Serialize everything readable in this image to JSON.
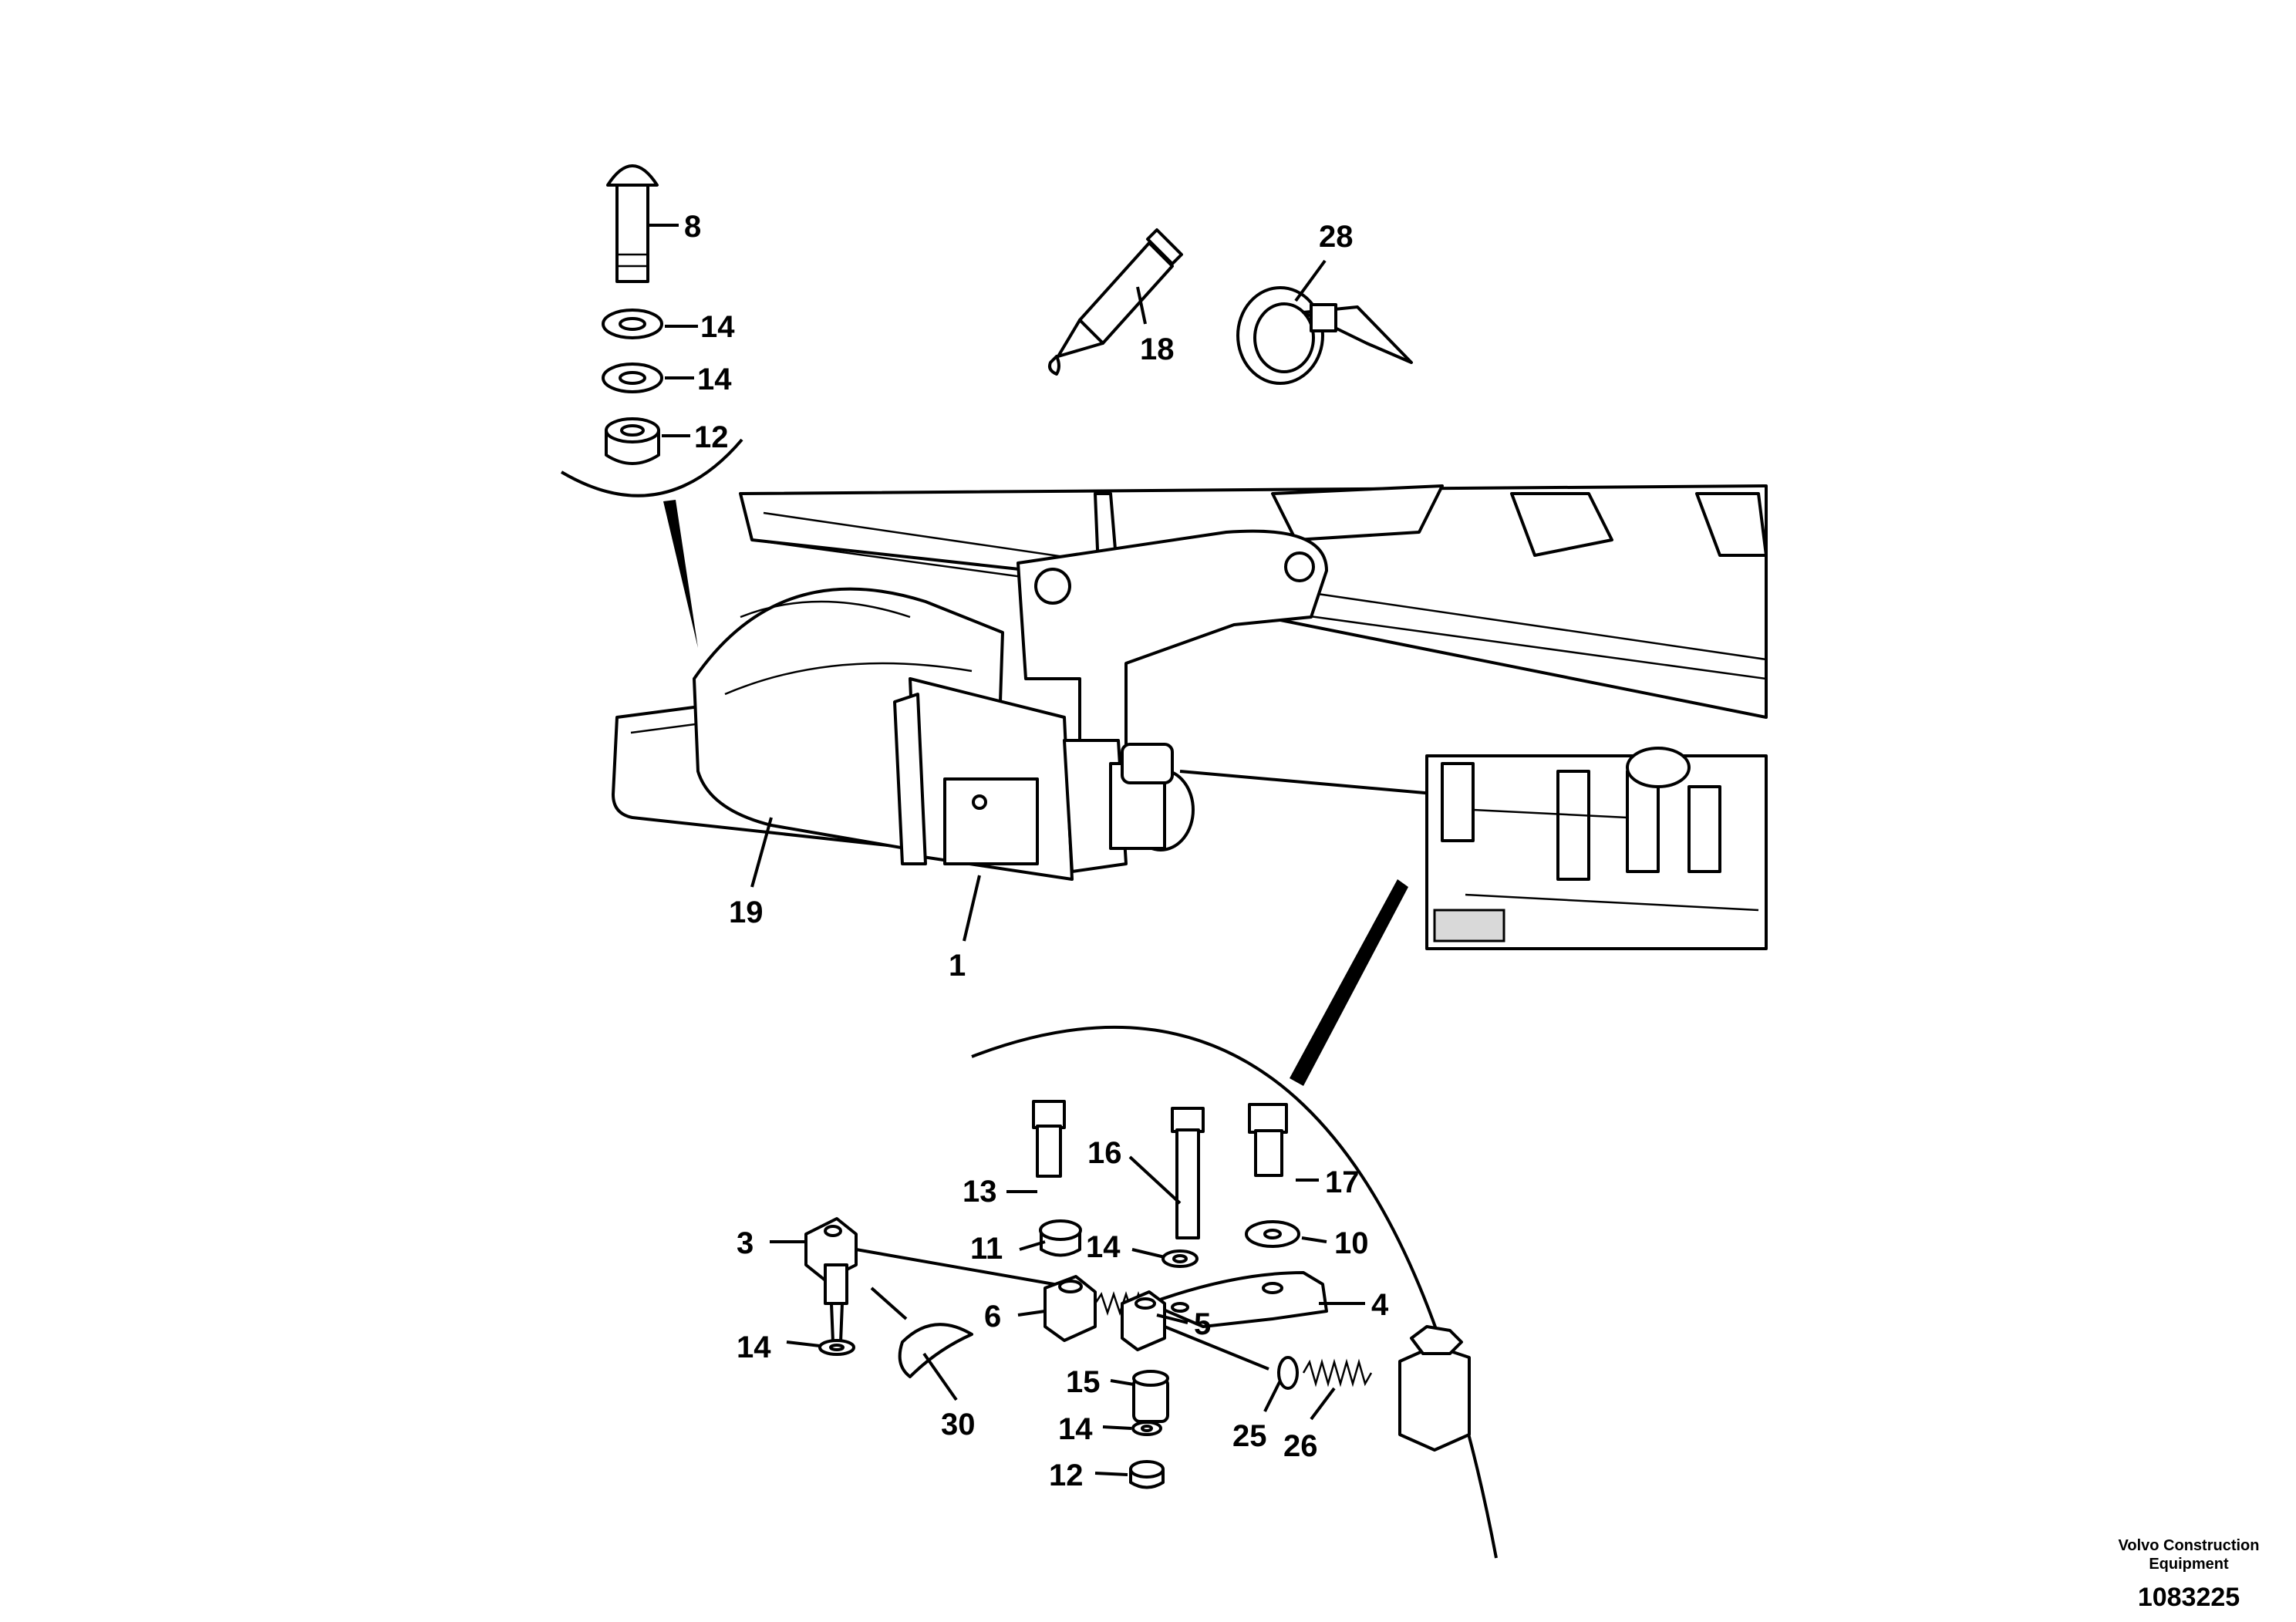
{
  "diagram": {
    "callouts": [
      {
        "id": "c8",
        "text": "8"
      },
      {
        "id": "c14a",
        "text": "14"
      },
      {
        "id": "c14b",
        "text": "14"
      },
      {
        "id": "c12a",
        "text": "12"
      },
      {
        "id": "c18",
        "text": "18"
      },
      {
        "id": "c28",
        "text": "28"
      },
      {
        "id": "c19",
        "text": "19"
      },
      {
        "id": "c1",
        "text": "1"
      },
      {
        "id": "c16",
        "text": "16"
      },
      {
        "id": "c13",
        "text": "13"
      },
      {
        "id": "c17",
        "text": "17"
      },
      {
        "id": "c3",
        "text": "3"
      },
      {
        "id": "c11",
        "text": "11"
      },
      {
        "id": "c14c",
        "text": "14"
      },
      {
        "id": "c10",
        "text": "10"
      },
      {
        "id": "c4",
        "text": "4"
      },
      {
        "id": "c6",
        "text": "6"
      },
      {
        "id": "c5",
        "text": "5"
      },
      {
        "id": "c14d",
        "text": "14"
      },
      {
        "id": "c15",
        "text": "15"
      },
      {
        "id": "c30",
        "text": "30"
      },
      {
        "id": "c14e",
        "text": "14"
      },
      {
        "id": "c25",
        "text": "25"
      },
      {
        "id": "c26",
        "text": "26"
      },
      {
        "id": "c12b",
        "text": "12"
      }
    ]
  },
  "footer": {
    "brand_line1": "Volvo Construction",
    "brand_line2": "Equipment",
    "drawing_number": "1083225"
  }
}
